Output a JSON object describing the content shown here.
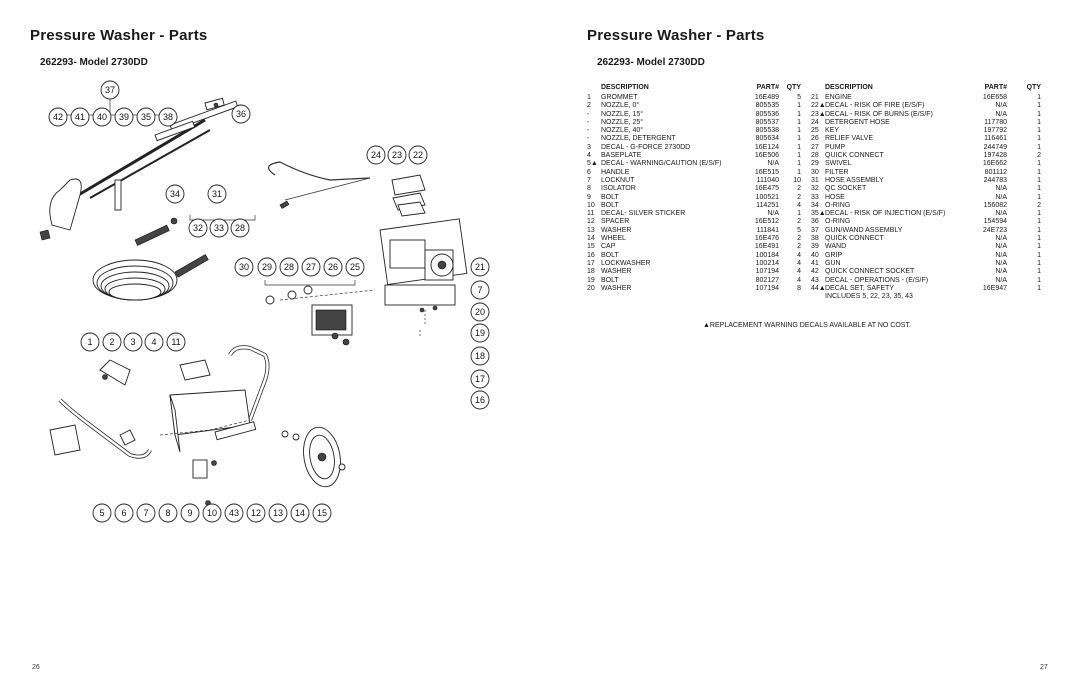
{
  "left_page": {
    "title": "Pressure Washer - Parts",
    "model": "262293- Model 2730DD",
    "page_number": "26"
  },
  "right_page": {
    "title": "Pressure Washer - Parts",
    "model": "262293- Model 2730DD",
    "page_number": "27"
  },
  "diagram": {
    "callouts": [
      "37",
      "42",
      "41",
      "40",
      "39",
      "35",
      "38",
      "36",
      "24",
      "23",
      "22",
      "34",
      "31",
      "32",
      "33",
      "28",
      "30",
      "29",
      "28",
      "27",
      "26",
      "25",
      "21",
      "7",
      "20",
      "19",
      "18",
      "17",
      "16",
      "1",
      "2",
      "3",
      "4",
      "11",
      "5",
      "6",
      "7",
      "8",
      "9",
      "10",
      "43",
      "12",
      "13",
      "14",
      "15"
    ]
  },
  "table": {
    "headers": {
      "desc": "DESCRIPTION",
      "part": "PART#",
      "qty": "QTY"
    },
    "rows": [
      {
        "n1": "1",
        "d1": "GROMMET",
        "p1": "16E489",
        "q1": "5",
        "n2": "21",
        "d2": "ENGINE",
        "p2": "16E658",
        "q2": "1"
      },
      {
        "n1": "2",
        "d1": "NOZZLE, 0°",
        "p1": "805535",
        "q1": "1",
        "n2": "22▲",
        "d2": "DECAL - RISK OF FIRE (E/S/F)",
        "p2": "N/A",
        "q2": "1"
      },
      {
        "n1": "-",
        "d1": "NOZZLE, 15°",
        "p1": "805536",
        "q1": "1",
        "n2": "23▲",
        "d2": "DECAL - RISK OF BURNS (E/S/F)",
        "p2": "N/A",
        "q2": "1"
      },
      {
        "n1": "-",
        "d1": "NOZZLE, 25°",
        "p1": "805537",
        "q1": "1",
        "n2": "24",
        "d2": "DETERGENT HOSE",
        "p2": "117780",
        "q2": "1"
      },
      {
        "n1": "-",
        "d1": "NOZZLE, 40°",
        "p1": "805538",
        "q1": "1",
        "n2": "25",
        "d2": "KEY",
        "p2": "197792",
        "q2": "1"
      },
      {
        "n1": "-",
        "d1": "NOZZLE, DETERGENT",
        "p1": "805634",
        "q1": "1",
        "n2": "26",
        "d2": "RELIEF VALVE",
        "p2": "116461",
        "q2": "1"
      },
      {
        "n1": "3",
        "d1": "DECAL - G-FORCE 2730DD",
        "p1": "16E124",
        "q1": "1",
        "n2": "27",
        "d2": "PUMP",
        "p2": "244749",
        "q2": "1"
      },
      {
        "n1": "4",
        "d1": "BASEPLATE",
        "p1": "16E506",
        "q1": "1",
        "n2": "28",
        "d2": "QUICK CONNECT",
        "p2": "197428",
        "q2": "2"
      },
      {
        "n1": "5▲",
        "d1": "DECAL - WARNING/CAUTION (E/S/F)",
        "p1": "N/A",
        "q1": "1",
        "n2": "29",
        "d2": "SWIVEL",
        "p2": "16E662",
        "q2": "1"
      },
      {
        "n1": "6",
        "d1": "HANDLE",
        "p1": "16E515",
        "q1": "1",
        "n2": "30",
        "d2": "FILTER",
        "p2": "801112",
        "q2": "1"
      },
      {
        "n1": "7",
        "d1": "LOCKNUT",
        "p1": "111040",
        "q1": "10",
        "n2": "31",
        "d2": "HOSE ASSEMBLY",
        "p2": "244783",
        "q2": "1"
      },
      {
        "n1": "8",
        "d1": "ISOLATOR",
        "p1": "16E475",
        "q1": "2",
        "n2": "32",
        "d2": "QC SOCKET",
        "p2": "N/A",
        "q2": "1"
      },
      {
        "n1": "9",
        "d1": "BOLT",
        "p1": "100521",
        "q1": "2",
        "n2": "33",
        "d2": "HOSE",
        "p2": "N/A",
        "q2": "1"
      },
      {
        "n1": "10",
        "d1": "BOLT",
        "p1": "114251",
        "q1": "4",
        "n2": "34",
        "d2": "O-RING",
        "p2": "156082",
        "q2": "2"
      },
      {
        "n1": "11",
        "d1": "DECAL- SILVER STICKER",
        "p1": "N/A",
        "q1": "1",
        "n2": "35▲",
        "d2": "DECAL - RISK OF INJECTION (E/S/F)",
        "p2": "N/A",
        "q2": "1"
      },
      {
        "n1": "12",
        "d1": "SPACER",
        "p1": "16E512",
        "q1": "2",
        "n2": "36",
        "d2": "O-RING",
        "p2": "154594",
        "q2": "1"
      },
      {
        "n1": "13",
        "d1": "WASHER",
        "p1": "111841",
        "q1": "5",
        "n2": "37",
        "d2": "GUN/WAND ASSEMBLY",
        "p2": "24E723",
        "q2": "1"
      },
      {
        "n1": "14",
        "d1": "WHEEL",
        "p1": "16E476",
        "q1": "2",
        "n2": "38",
        "d2": "QUICK CONNECT",
        "p2": "N/A",
        "q2": "1"
      },
      {
        "n1": "15",
        "d1": "CAP",
        "p1": "16E491",
        "q1": "2",
        "n2": "39",
        "d2": "WAND",
        "p2": "N/A",
        "q2": "1"
      },
      {
        "n1": "16",
        "d1": "BOLT",
        "p1": "100184",
        "q1": "4",
        "n2": "40",
        "d2": "GRIP",
        "p2": "N/A",
        "q2": "1"
      },
      {
        "n1": "17",
        "d1": "LOCKWASHER",
        "p1": "100214",
        "q1": "4",
        "n2": "41",
        "d2": "GUN",
        "p2": "N/A",
        "q2": "1"
      },
      {
        "n1": "18",
        "d1": "WASHER",
        "p1": "107194",
        "q1": "4",
        "n2": "42",
        "d2": "QUICK CONNECT SOCKET",
        "p2": "N/A",
        "q2": "1"
      },
      {
        "n1": "19",
        "d1": "BOLT",
        "p1": "802127",
        "q1": "4",
        "n2": "43",
        "d2": "DECAL - OPERATIONS - (E/S/F)",
        "p2": "N/A",
        "q2": "1"
      },
      {
        "n1": "20",
        "d1": "WASHER",
        "p1": "107194",
        "q1": "8",
        "n2": "44▲",
        "d2": "DECAL SET, SAFETY",
        "p2": "16E947",
        "q2": "1"
      },
      {
        "n1": "",
        "d1": "",
        "p1": "",
        "q1": "",
        "n2": "",
        "d2": "INCLUDES 5, 22, 23, 35, 43",
        "p2": "",
        "q2": ""
      }
    ],
    "note": "▲REPLACEMENT WARNING DECALS AVAILABLE AT NO COST."
  }
}
